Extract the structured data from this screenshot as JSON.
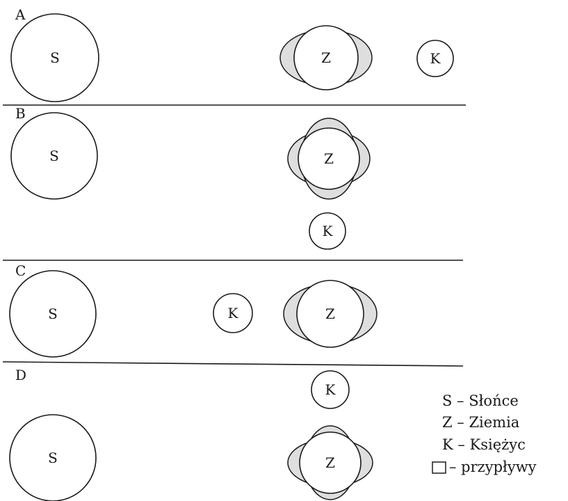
{
  "panels": [
    {
      "letter": "A",
      "sun": "S",
      "earth": "Z",
      "moon": "K"
    },
    {
      "letter": "B",
      "sun": "S",
      "earth": "Z",
      "moon": "K"
    },
    {
      "letter": "C",
      "sun": "S",
      "earth": "Z",
      "moon": "K"
    },
    {
      "letter": "D",
      "sun": "S",
      "earth": "Z",
      "moon": "K"
    }
  ],
  "legend": {
    "sun": "S – Słońce",
    "earth": "Z – Ziemia",
    "moon": "K – Księżyc",
    "tides": "– przypływy"
  },
  "colors": {
    "tide_fill": "#dedede",
    "line": "#1a1a1a"
  }
}
